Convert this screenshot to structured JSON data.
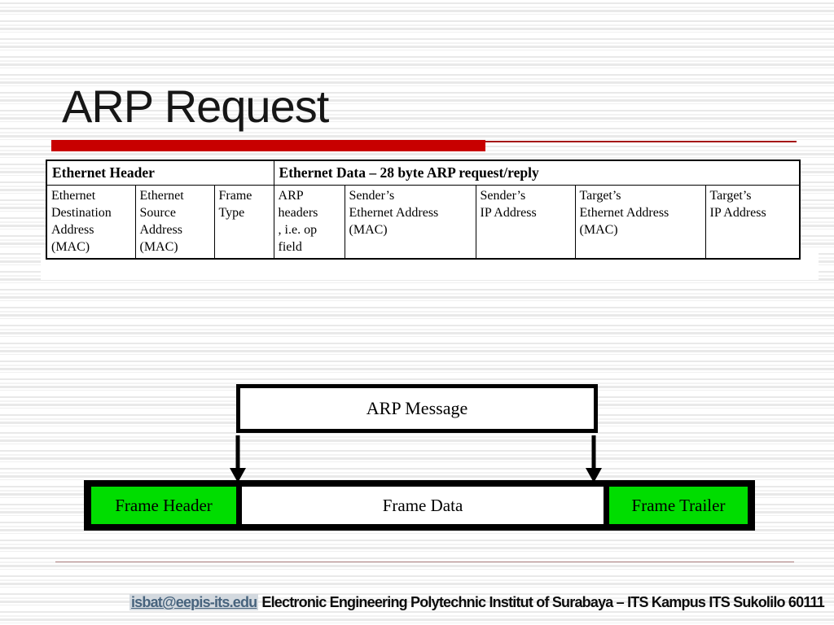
{
  "slide": {
    "title": "ARP Request"
  },
  "colors": {
    "accent_red": "#c80000",
    "thin_line_red": "#a51212",
    "frame_green": "#00dd00",
    "link_blue": "#47637d",
    "link_highlight": "#d3d9df",
    "divider_rose": "#a87c7c"
  },
  "table": {
    "headers": [
      "Ethernet Header",
      "Ethernet Data – 28 byte ARP request/reply"
    ],
    "cells": [
      "Ethernet\nDestination\nAddress\n(MAC)",
      "Ethernet\nSource\nAddress\n(MAC)",
      "Frame\nType",
      "ARP\nheaders\n, i.e. op\nfield",
      "Sender’s\nEthernet Address\n(MAC)",
      "Sender’s\nIP Address",
      "Target’s\nEthernet Address\n(MAC)",
      "Target’s\nIP Address"
    ]
  },
  "diagram": {
    "message_label": "ARP Message",
    "frame_header_label": "Frame Header",
    "frame_data_label": "Frame Data",
    "frame_trailer_label": "Frame Trailer"
  },
  "footer": {
    "email": "isbat@eepis-its.edu",
    "text": "Electronic Engineering Polytechnic Institut of Surabaya – ITS Kampus ITS Sukolilo 60111"
  }
}
